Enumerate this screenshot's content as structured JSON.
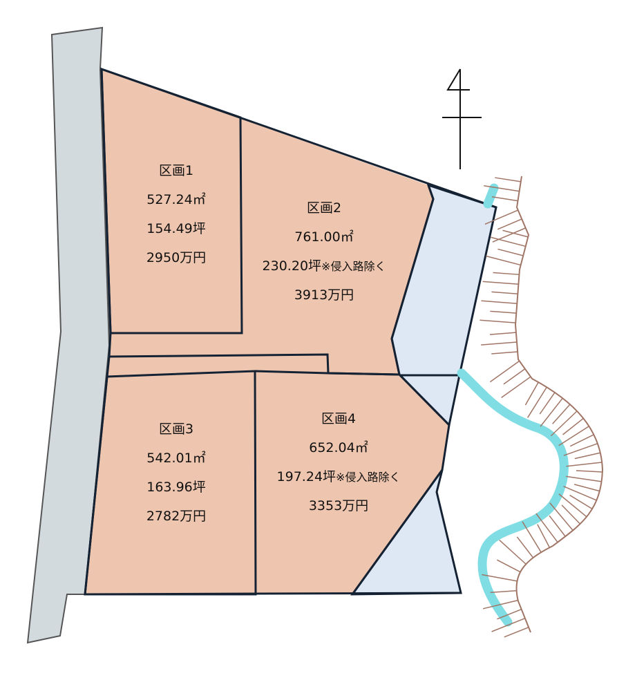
{
  "map": {
    "colors": {
      "plot": "#eec5ae",
      "road": "#d3dadd",
      "excluded": "#dde8f4",
      "river": "#7fdde3",
      "slope": "#a07565",
      "border": "#142233"
    },
    "north_icon": "north-arrow-icon",
    "plots": [
      {
        "name": "区画1",
        "area_m2": "527.24",
        "unit_m2": "㎡",
        "area_tsubo": "154.49坪",
        "note": "",
        "price": "2950万円"
      },
      {
        "name": "区画2",
        "area_m2": "761.00",
        "unit_m2": "㎡",
        "area_tsubo": "230.20坪",
        "note": "※侵入路除く",
        "price": "3913万円"
      },
      {
        "name": "区画3",
        "area_m2": "542.01",
        "unit_m2": "㎡",
        "area_tsubo": "163.96坪",
        "note": "",
        "price": "2782万円"
      },
      {
        "name": "区画4",
        "area_m2": "652.04",
        "unit_m2": "㎡",
        "area_tsubo": "197.24坪",
        "note": "※侵入路除く",
        "price": "3353万円"
      }
    ]
  }
}
